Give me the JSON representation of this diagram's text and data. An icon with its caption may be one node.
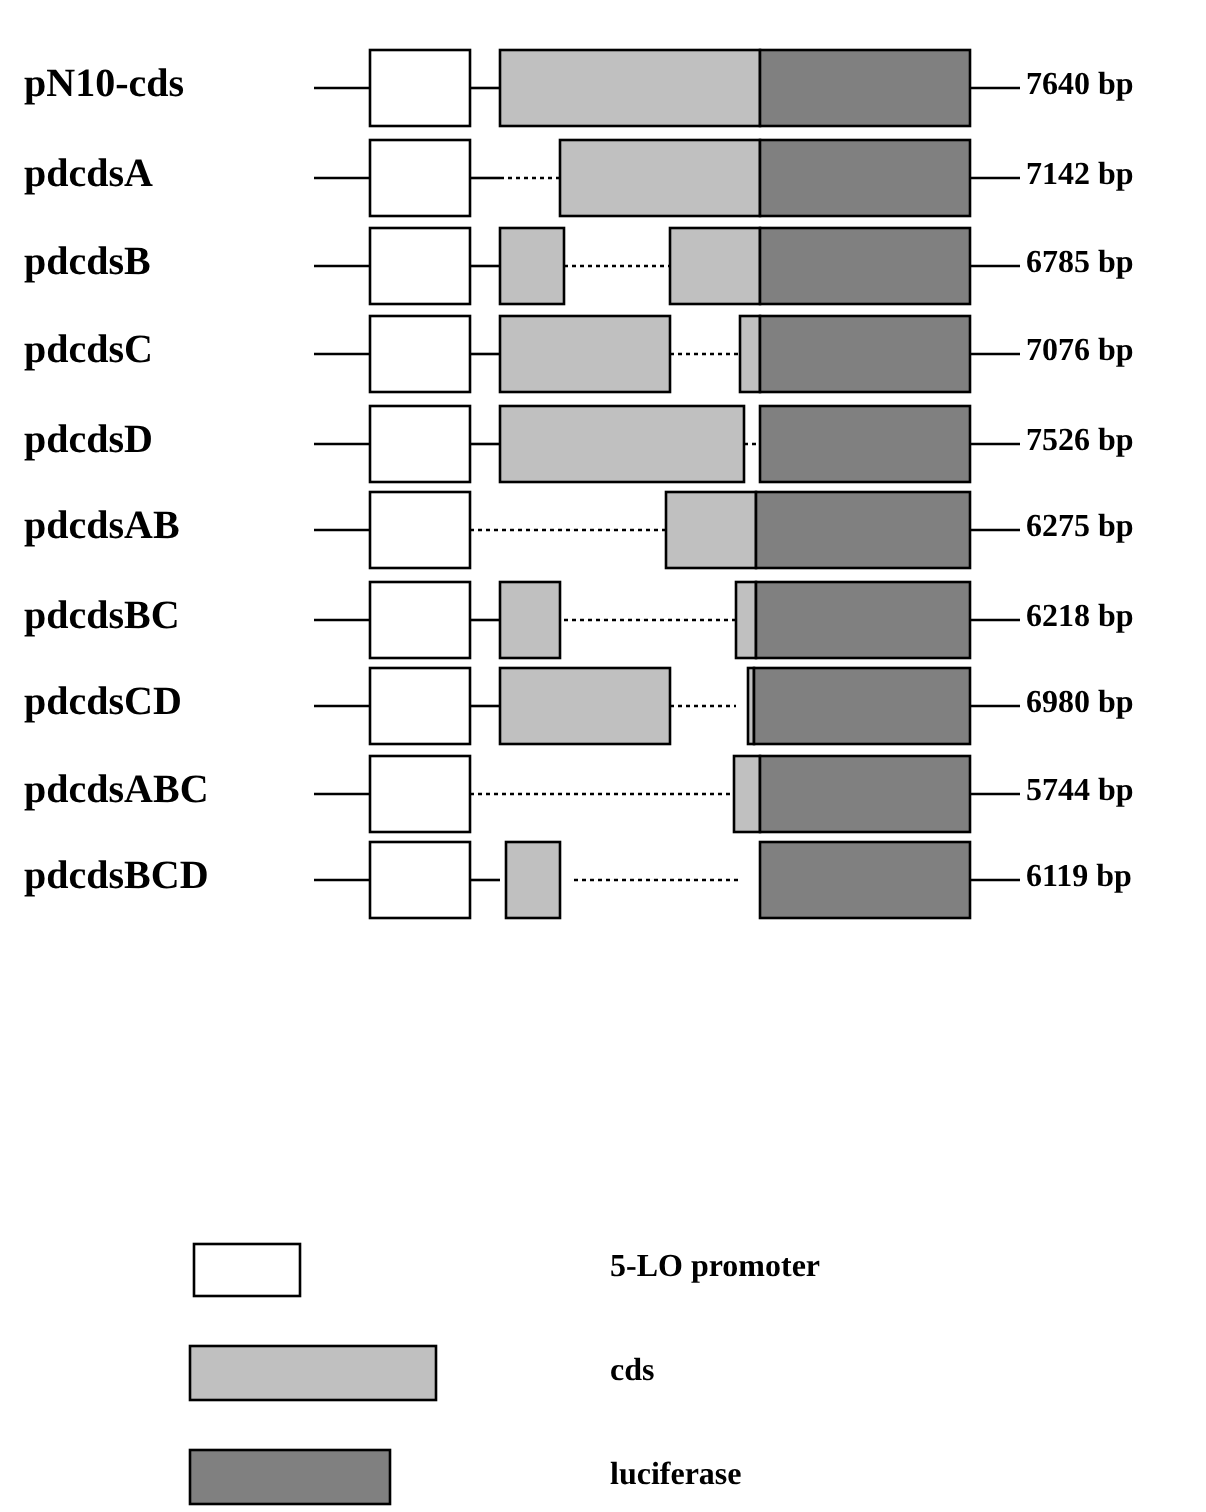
{
  "diagram": {
    "labels": [
      "pN10-cds",
      "7640 bp",
      "pdcdsA",
      "7142 bp",
      "pdcdsB",
      "6785 bp",
      "pdcdsC",
      "7076 bp",
      "pdcdsD",
      "7526 bp",
      "pdcdsAB",
      "6275 bp",
      "pdcdsBC",
      "6218 bp",
      "pdcdsCD",
      "6980 bp",
      "pdcdsABC",
      "5744 bp",
      "pdcdsBCD",
      "6119 bp"
    ],
    "legend": [
      {
        "text": "5-LO promoter",
        "color": "#ffffff"
      },
      {
        "text": "cds",
        "color": "#c0c0c0"
      },
      {
        "text": "luciferase",
        "color": "#808080"
      }
    ]
  }
}
